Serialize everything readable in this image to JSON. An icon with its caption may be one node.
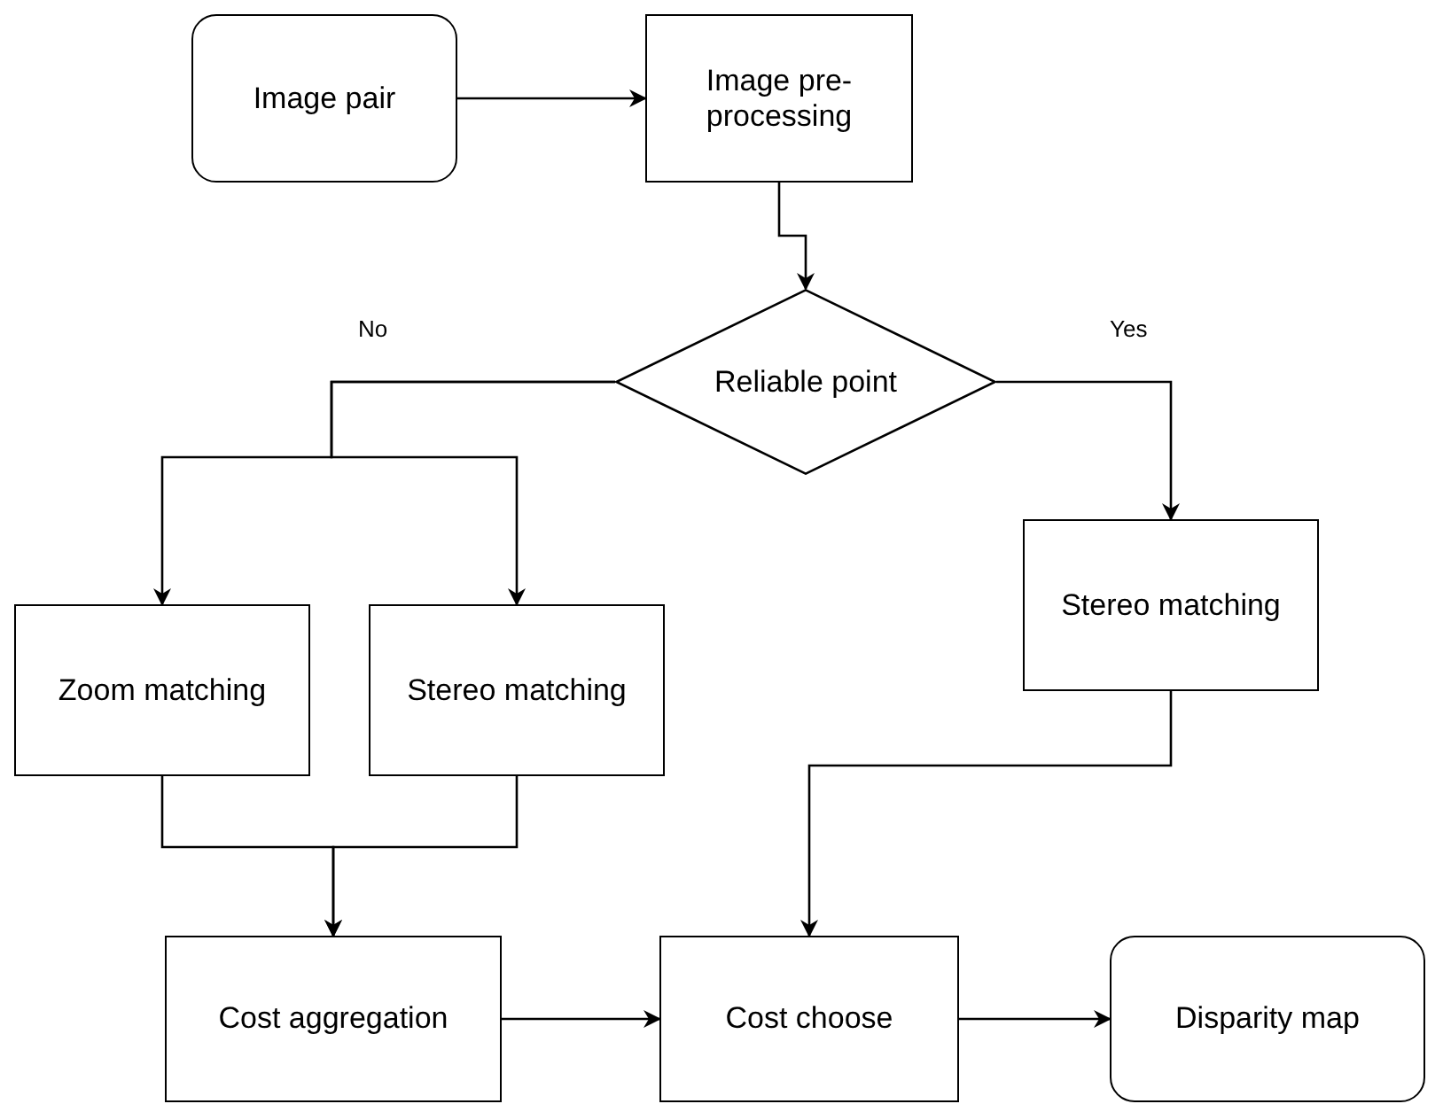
{
  "diagram": {
    "nodes": [
      {
        "text": [
          "Image pair"
        ]
      },
      {
        "text": [
          "Image pre-processing"
        ]
      },
      {
        "text": [
          "Reliable point"
        ]
      },
      {
        "text": [
          "Zoom matching"
        ]
      },
      {
        "text": [
          "Stereo matching"
        ]
      },
      {
        "text": [
          "Stereo matching"
        ]
      },
      {
        "text": [
          "Cost aggregation"
        ]
      },
      {
        "text": [
          "Cost choose"
        ]
      },
      {
        "text": [
          "Disparity map"
        ]
      }
    ],
    "edges": [
      {
        "from": 0,
        "to": 1,
        "arrow": "to"
      },
      {
        "from": 1,
        "to": 2,
        "arrow": "to"
      },
      {
        "from": 2,
        "to": 3,
        "arrow": "to",
        "label": "No"
      },
      {
        "from": 2,
        "to": 4,
        "arrow": "to"
      },
      {
        "from": 2,
        "to": 5,
        "arrow": "to",
        "label": "Yes"
      },
      {
        "from": 3,
        "to": 6,
        "arrow": "to"
      },
      {
        "from": 4,
        "to": 6,
        "arrow": "to"
      },
      {
        "from": 5,
        "to": 7,
        "arrow": "to"
      },
      {
        "from": 6,
        "to": 7,
        "arrow": "to"
      },
      {
        "from": 7,
        "to": 8,
        "arrow": "to"
      }
    ]
  }
}
